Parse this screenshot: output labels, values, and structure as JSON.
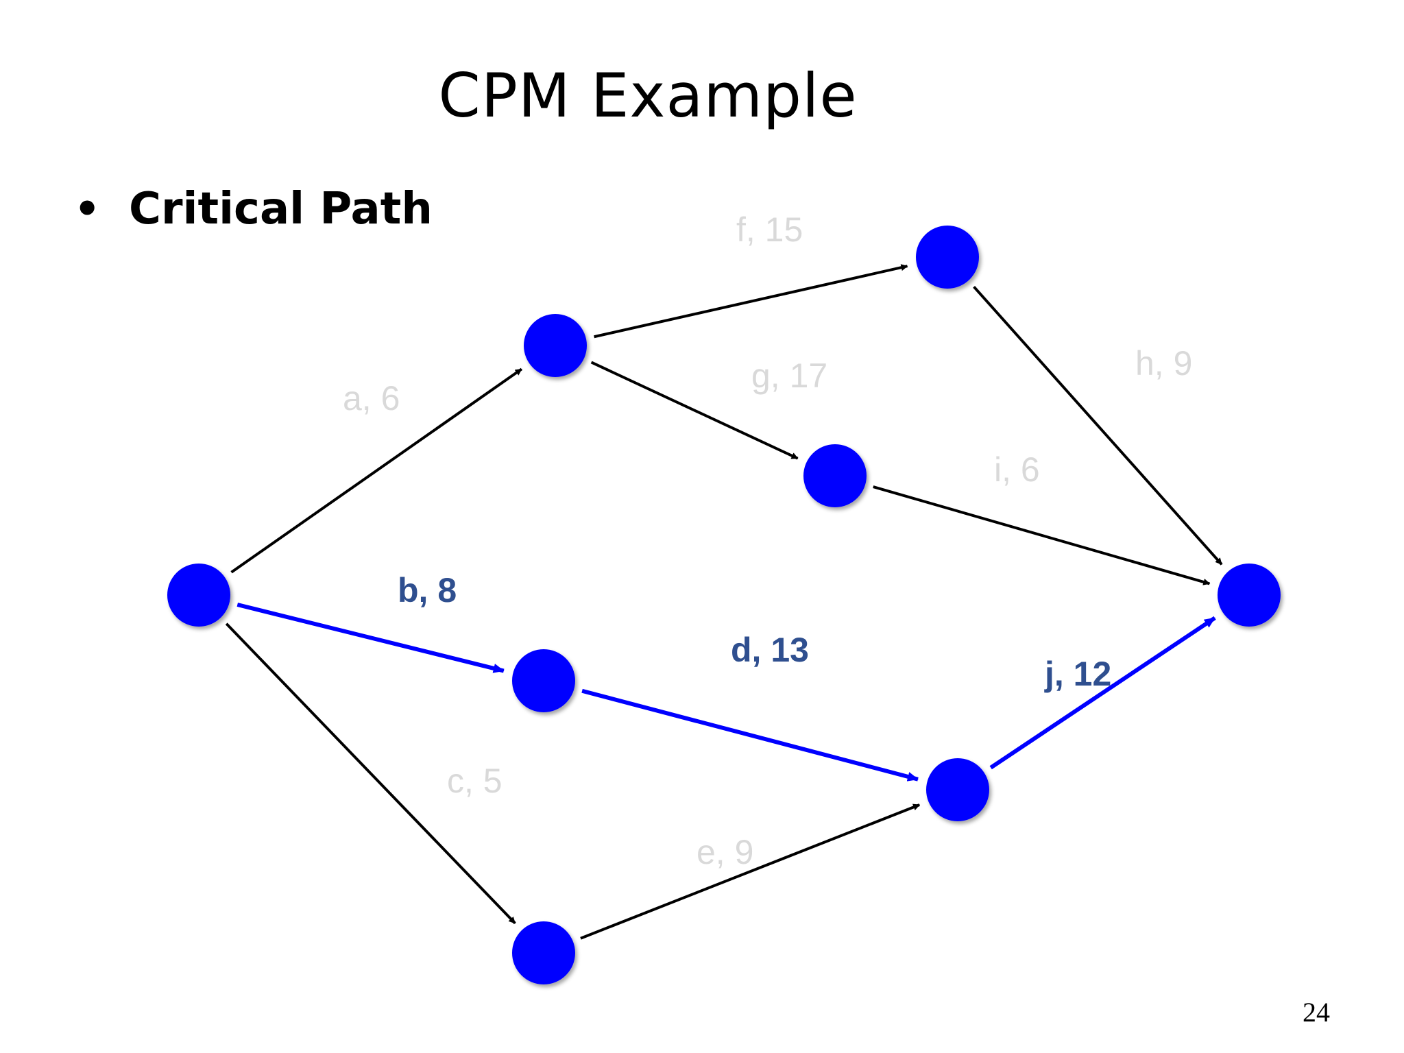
{
  "title": "CPM Example",
  "bullet": {
    "symbol": "•",
    "text": "Critical Path"
  },
  "page_number": "24",
  "colors": {
    "node": "#0000ff",
    "edge_normal": "#000000",
    "edge_critical": "#0000ff",
    "label_normal": "#d9d9d9",
    "label_critical": "#2f4f8f"
  },
  "network": {
    "nodes": [
      "start",
      "n_a",
      "n_b",
      "n_c",
      "n_f",
      "n_g",
      "n_d",
      "end"
    ],
    "activities": [
      {
        "id": "a",
        "label": "a, 6",
        "duration": 6,
        "from": "start",
        "to": "n_a",
        "critical": false
      },
      {
        "id": "b",
        "label": "b, 8",
        "duration": 8,
        "from": "start",
        "to": "n_b",
        "critical": true
      },
      {
        "id": "c",
        "label": "c, 5",
        "duration": 5,
        "from": "start",
        "to": "n_c",
        "critical": false
      },
      {
        "id": "f",
        "label": "f, 15",
        "duration": 15,
        "from": "n_a",
        "to": "n_f",
        "critical": false
      },
      {
        "id": "g",
        "label": "g, 17",
        "duration": 17,
        "from": "n_a",
        "to": "n_g",
        "critical": false
      },
      {
        "id": "h",
        "label": "h, 9",
        "duration": 9,
        "from": "n_f",
        "to": "end",
        "critical": false
      },
      {
        "id": "i",
        "label": "i, 6",
        "duration": 6,
        "from": "n_g",
        "to": "end",
        "critical": false
      },
      {
        "id": "d",
        "label": "d, 13",
        "duration": 13,
        "from": "n_b",
        "to": "n_d",
        "critical": true
      },
      {
        "id": "e",
        "label": "e, 9",
        "duration": 9,
        "from": "n_c",
        "to": "n_d",
        "critical": false
      },
      {
        "id": "j",
        "label": "j, 12",
        "duration": 12,
        "from": "n_d",
        "to": "end",
        "critical": true
      }
    ]
  }
}
